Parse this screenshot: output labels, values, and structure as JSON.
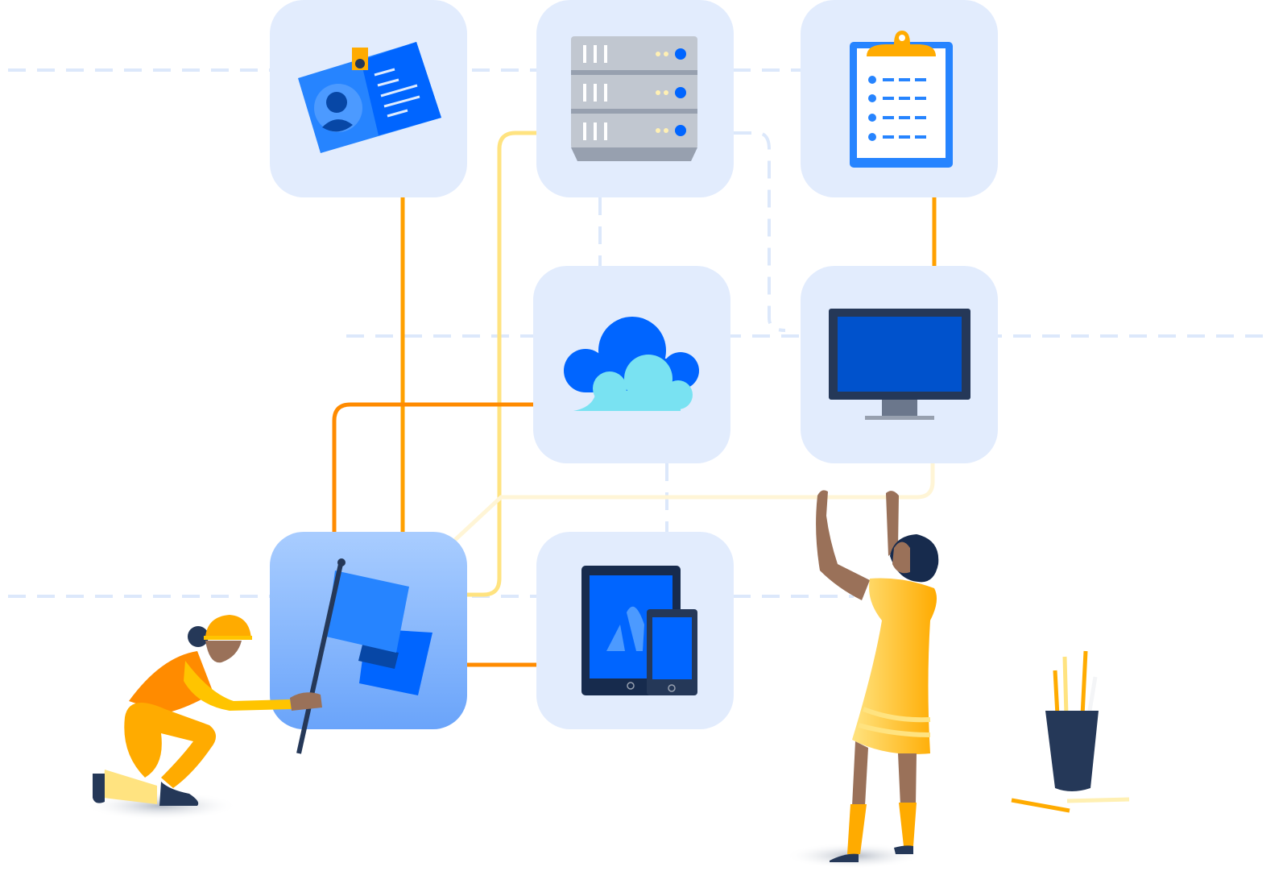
{
  "illustration": {
    "tiles": [
      {
        "icon": "id-card-icon"
      },
      {
        "icon": "server-icon"
      },
      {
        "icon": "clipboard-icon"
      },
      {
        "icon": "cloud-icon"
      },
      {
        "icon": "monitor-icon"
      },
      {
        "icon": "flag-icon"
      },
      {
        "icon": "tablet-phone-icon"
      }
    ],
    "figures": [
      "person-kneeling-with-flag",
      "person-cheering",
      "pencil-cup"
    ]
  },
  "colors": {
    "tile": "#E2ECFD",
    "tile_flag_top": "#A9CDFF",
    "tile_flag_bottom": "#6AA4FA",
    "dashed_line": "#DCE8FB",
    "orange_line": "#FFA000",
    "dark_orange_line": "#FF8B00",
    "yellow_line": "#FFE380",
    "light_yellow_line": "#FFF5D6",
    "primary_blue": "#0065FF",
    "dark_navy": "#253858",
    "skin": "#9A7159",
    "yellow": "#FFC400"
  }
}
